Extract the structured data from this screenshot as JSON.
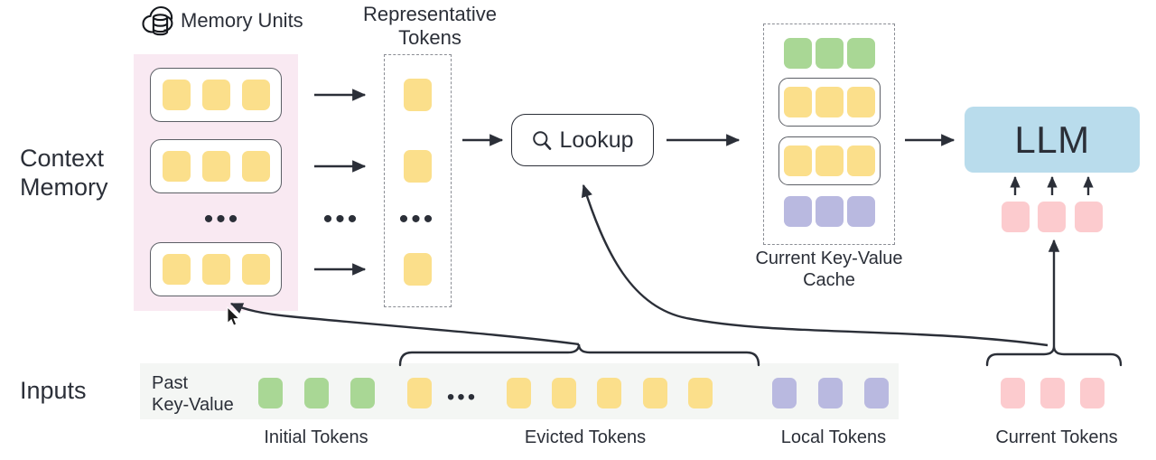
{
  "diagram": {
    "title": "Context Memory LLM KV-cache lookup architecture",
    "row_labels": {
      "context_memory": "Context\nMemory",
      "inputs": "Inputs"
    },
    "headings": {
      "memory_units": "Memory Units",
      "representative_tokens": "Representative\nTokens",
      "current_kv_cache": "Current Key-Value\nCache"
    },
    "lookup": {
      "label": "Lookup",
      "icon": "search-icon"
    },
    "llm": {
      "label": "LLM"
    },
    "inputs": {
      "strip_label": "Past\nKey-Value",
      "ellipsis": "•••",
      "group_captions": [
        "Initial Tokens",
        "Evicted Tokens",
        "Local Tokens",
        "Current Tokens"
      ],
      "token_sequence": [
        "green",
        "green",
        "green",
        "yellow",
        "ellipsis",
        "yellow",
        "yellow",
        "yellow",
        "yellow",
        "yellow",
        "purple",
        "purple",
        "purple"
      ],
      "current_tokens": [
        "pink",
        "pink",
        "pink"
      ]
    },
    "context_memory": {
      "units": [
        {
          "tokens": [
            "yellow",
            "yellow",
            "yellow"
          ]
        },
        {
          "tokens": [
            "yellow",
            "yellow",
            "yellow"
          ]
        },
        {
          "ellipsis": "•••"
        },
        {
          "tokens": [
            "yellow",
            "yellow",
            "yellow"
          ]
        }
      ]
    },
    "representative_tokens": {
      "tokens": [
        "yellow",
        "yellow"
      ],
      "ellipsis": "•••",
      "last_token": "yellow"
    },
    "between_ellipsis": "•••",
    "kv_cache": {
      "rows": [
        {
          "type": "plain",
          "tokens": [
            "green",
            "green",
            "green"
          ]
        },
        {
          "type": "capsule",
          "tokens": [
            "yellow",
            "yellow",
            "yellow"
          ]
        },
        {
          "type": "capsule",
          "tokens": [
            "yellow",
            "yellow",
            "yellow"
          ]
        },
        {
          "type": "plain",
          "tokens": [
            "purple",
            "purple",
            "purple"
          ]
        }
      ]
    },
    "colors": {
      "green": "#a9d795",
      "yellow": "#fbdf8b",
      "purple": "#b9b9e0",
      "pink": "#fccbce",
      "llm_blue": "#b9dcec",
      "context_memory_bg": "#f9e9f2",
      "inputs_strip_bg": "#f4f6f4",
      "stroke": "#2b2f38",
      "dashed_stroke": "#8a8d94",
      "background": "#ffffff"
    }
  }
}
